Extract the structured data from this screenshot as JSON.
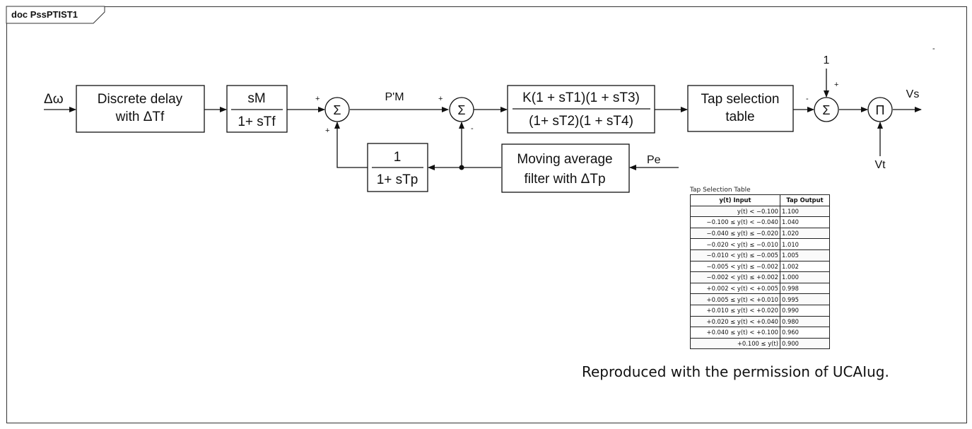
{
  "frame_title": "doc PssPTIST1",
  "diagram": {
    "input_label": "Δω",
    "delay_block": {
      "line1": "Discrete delay",
      "line2": "with ΔTf"
    },
    "washout_block": {
      "num": "sM",
      "den": "1+ sTf"
    },
    "pm_label": "P'M",
    "lag_block": {
      "num": "1",
      "den": "1+ sTp"
    },
    "filter_block": {
      "line1": "Moving average",
      "line2": "filter with ΔTp"
    },
    "pe_label": "Pe",
    "leadlag_block": {
      "num": "K(1 + sT1)(1 + sT3)",
      "den": "(1+ sT2)(1 + sT4)"
    },
    "tap_block": {
      "line1": "Tap selection",
      "line2": "table"
    },
    "sum_symbol": "Σ",
    "product_symbol": "Π",
    "const_one": "1",
    "vt_label": "Vt",
    "output_label": "Vs",
    "sign_plus": "+",
    "sign_minus": "-",
    "stray_mark": "-"
  },
  "tap_table": {
    "caption": "Tap Selection Table",
    "headers": [
      "y(t) Input",
      "Tap Output"
    ],
    "rows": [
      [
        "y(t) < −0.100",
        "1.100"
      ],
      [
        "−0.100 ≤ y(t) < −0.040",
        "1.040"
      ],
      [
        "−0.040 ≤ y(t) ≤ −0.020",
        "1.020"
      ],
      [
        "−0.020 < y(t) ≤ −0.010",
        "1.010"
      ],
      [
        "−0.010 < y(t) ≤ −0.005",
        "1.005"
      ],
      [
        "−0.005 < y(t) ≤ −0.002",
        "1.002"
      ],
      [
        "−0.002 < y(t) ≤ +0.002",
        "1.000"
      ],
      [
        "+0.002 < y(t) < +0.005",
        "0.998"
      ],
      [
        "+0.005 ≤ y(t) < +0.010",
        "0.995"
      ],
      [
        "+0.010 ≤ y(t) < +0.020",
        "0.990"
      ],
      [
        "+0.020 ≤ y(t) < +0.040",
        "0.980"
      ],
      [
        "+0.040 ≤ y(t) < +0.100",
        "0.960"
      ],
      [
        "+0.100 ≤ y(t)",
        "0.900"
      ]
    ]
  },
  "credit": "Reproduced with the permission of UCAIug."
}
